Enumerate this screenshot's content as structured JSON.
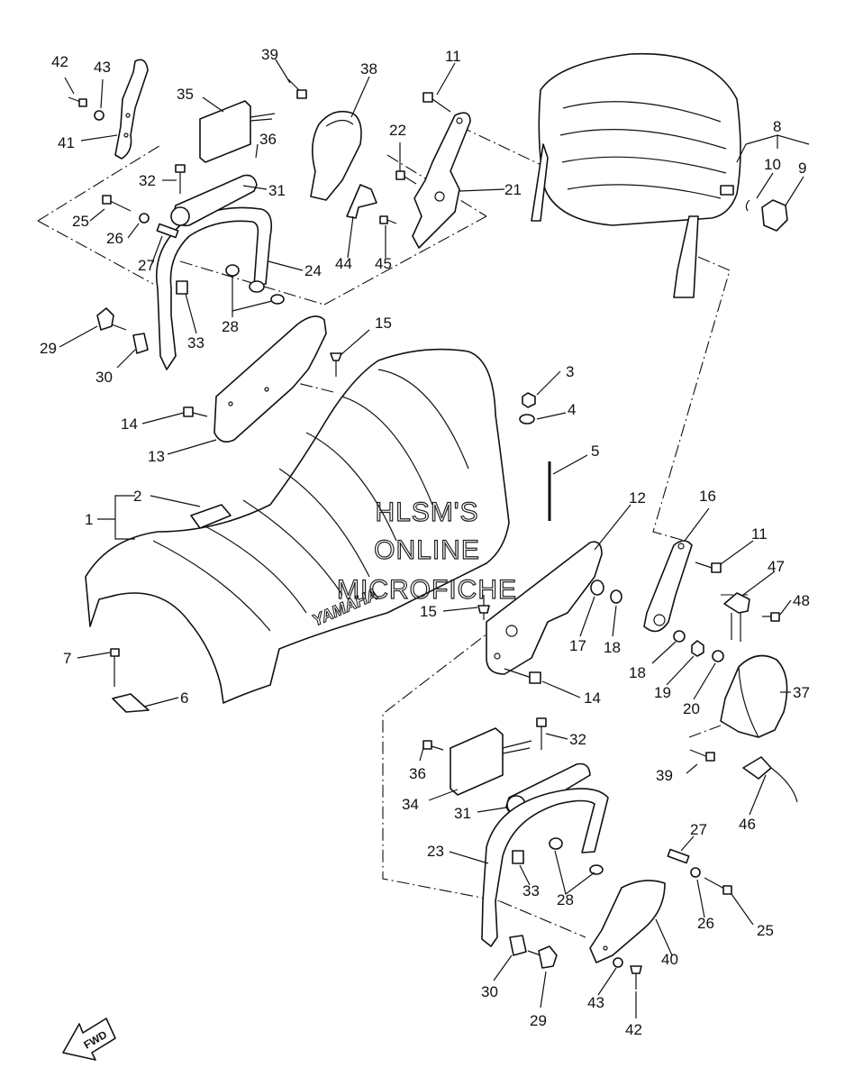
{
  "title": "",
  "watermark": {
    "line1": "HLSM'S",
    "line2": "ONLINE",
    "line3": "MICROFICHE"
  },
  "seat_brand": "YAMAHA",
  "direction_arrow": "FWD",
  "callouts": [
    {
      "id": "c42a",
      "label": "42"
    },
    {
      "id": "c43a",
      "label": "43"
    },
    {
      "id": "c41",
      "label": "41"
    },
    {
      "id": "c35",
      "label": "35"
    },
    {
      "id": "c36a",
      "label": "36"
    },
    {
      "id": "c32a",
      "label": "32"
    },
    {
      "id": "c31a",
      "label": "31"
    },
    {
      "id": "c25a",
      "label": "25"
    },
    {
      "id": "c26a",
      "label": "26"
    },
    {
      "id": "c27a",
      "label": "27"
    },
    {
      "id": "c24",
      "label": "24"
    },
    {
      "id": "c33a",
      "label": "33"
    },
    {
      "id": "c28a",
      "label": "28"
    },
    {
      "id": "c29a",
      "label": "29"
    },
    {
      "id": "c30a",
      "label": "30"
    },
    {
      "id": "c39a",
      "label": "39"
    },
    {
      "id": "c38",
      "label": "38"
    },
    {
      "id": "c11a",
      "label": "11"
    },
    {
      "id": "c22",
      "label": "22"
    },
    {
      "id": "c21",
      "label": "21"
    },
    {
      "id": "c44",
      "label": "44"
    },
    {
      "id": "c45",
      "label": "45"
    },
    {
      "id": "c8",
      "label": "8"
    },
    {
      "id": "c10",
      "label": "10"
    },
    {
      "id": "c9",
      "label": "9"
    },
    {
      "id": "c15a",
      "label": "15"
    },
    {
      "id": "c3",
      "label": "3"
    },
    {
      "id": "c4",
      "label": "4"
    },
    {
      "id": "c5",
      "label": "5"
    },
    {
      "id": "c14a",
      "label": "14"
    },
    {
      "id": "c13",
      "label": "13"
    },
    {
      "id": "c2",
      "label": "2"
    },
    {
      "id": "c1",
      "label": "1"
    },
    {
      "id": "c12",
      "label": "12"
    },
    {
      "id": "c16",
      "label": "16"
    },
    {
      "id": "c11b",
      "label": "11"
    },
    {
      "id": "c47",
      "label": "47"
    },
    {
      "id": "c48",
      "label": "48"
    },
    {
      "id": "c15b",
      "label": "15"
    },
    {
      "id": "c17",
      "label": "17"
    },
    {
      "id": "c18a",
      "label": "18"
    },
    {
      "id": "c18b",
      "label": "18"
    },
    {
      "id": "c19",
      "label": "19"
    },
    {
      "id": "c20",
      "label": "20"
    },
    {
      "id": "c37",
      "label": "37"
    },
    {
      "id": "c7",
      "label": "7"
    },
    {
      "id": "c6",
      "label": "6"
    },
    {
      "id": "c14b",
      "label": "14"
    },
    {
      "id": "c32b",
      "label": "32"
    },
    {
      "id": "c36b",
      "label": "36"
    },
    {
      "id": "c34",
      "label": "34"
    },
    {
      "id": "c31b",
      "label": "31"
    },
    {
      "id": "c39b",
      "label": "39"
    },
    {
      "id": "c46",
      "label": "46"
    },
    {
      "id": "c23",
      "label": "23"
    },
    {
      "id": "c33b",
      "label": "33"
    },
    {
      "id": "c27b",
      "label": "27"
    },
    {
      "id": "c28b",
      "label": "28"
    },
    {
      "id": "c26b",
      "label": "26"
    },
    {
      "id": "c25b",
      "label": "25"
    },
    {
      "id": "c40",
      "label": "40"
    },
    {
      "id": "c30b",
      "label": "30"
    },
    {
      "id": "c29b",
      "label": "29"
    },
    {
      "id": "c43b",
      "label": "43"
    },
    {
      "id": "c42b",
      "label": "42"
    }
  ]
}
